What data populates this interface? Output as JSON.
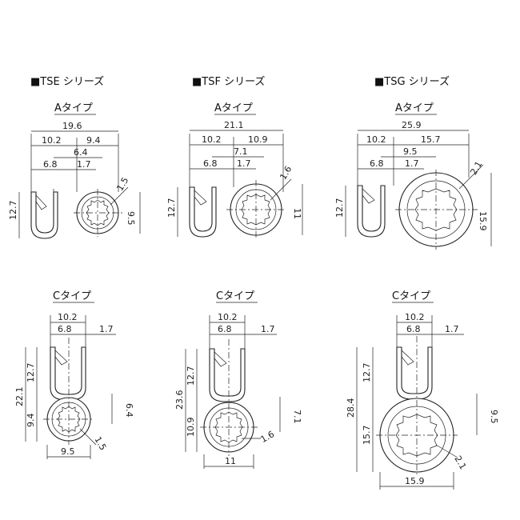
{
  "series": [
    {
      "title": "■TSE シリーズ",
      "a_type": {
        "label": "Aタイプ",
        "dims": {
          "overall": "19.6",
          "left": "10.2",
          "right": "9.4",
          "mid": "6.4",
          "lip": "6.8",
          "thick": "1.7",
          "diag": "1.5",
          "height": "12.7",
          "tube": "9.5"
        }
      },
      "c_type": {
        "label": "Cタイプ",
        "dims": {
          "width": "10.2",
          "lip": "6.8",
          "thick": "1.7",
          "total": "22.1",
          "channel": "12.7",
          "tube_h": "9.4",
          "inner": "6.4",
          "diag": "1.5",
          "tube_w": "9.5"
        }
      }
    },
    {
      "title": "■TSF シリーズ",
      "a_type": {
        "label": "Aタイプ",
        "dims": {
          "overall": "21.1",
          "left": "10.2",
          "right": "10.9",
          "mid": "7.1",
          "lip": "6.8",
          "thick": "1.7",
          "diag": "1.6",
          "height": "12.7",
          "tube": "11"
        }
      },
      "c_type": {
        "label": "Cタイプ",
        "dims": {
          "width": "10.2",
          "lip": "6.8",
          "thick": "1.7",
          "total": "23.6",
          "channel": "12.7",
          "tube_h": "10.9",
          "inner": "7.1",
          "diag": "1.6",
          "tube_w": "11"
        }
      }
    },
    {
      "title": "■TSG シリーズ",
      "a_type": {
        "label": "Aタイプ",
        "dims": {
          "overall": "25.9",
          "left": "10.2",
          "right": "15.7",
          "mid": "9.5",
          "lip": "6.8",
          "thick": "1.7",
          "diag": "2.1",
          "height": "12.7",
          "tube": "15.9"
        }
      },
      "c_type": {
        "label": "Cタイプ",
        "dims": {
          "width": "10.2",
          "lip": "6.8",
          "thick": "1.7",
          "total": "28.4",
          "channel": "12.7",
          "tube_h": "15.7",
          "inner": "9.5",
          "diag": "2.1",
          "tube_w": "15.9"
        }
      }
    }
  ]
}
